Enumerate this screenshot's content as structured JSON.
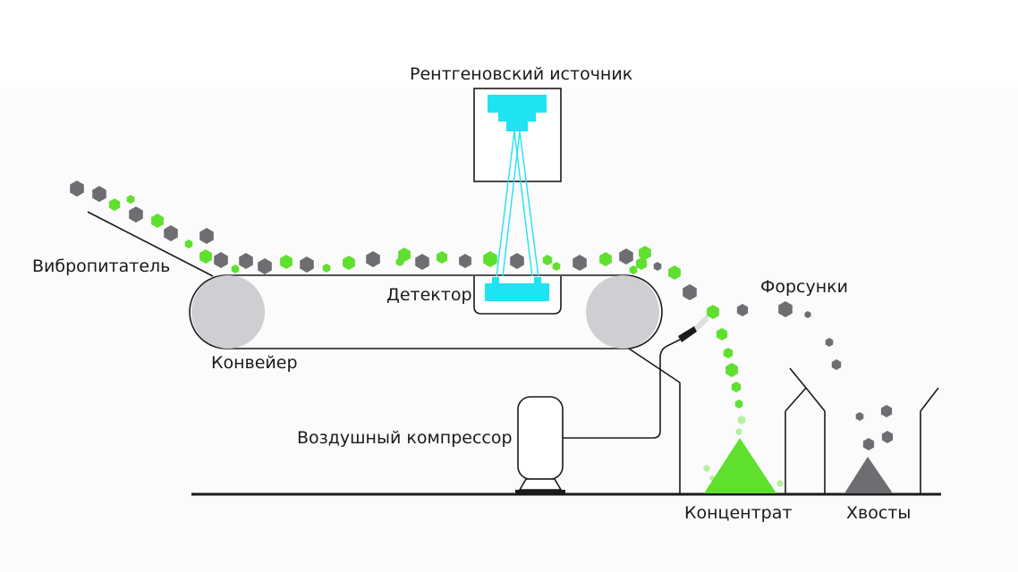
{
  "labels": {
    "xray_source": "Рентгеновский источник",
    "feeder": "Вибропитатель",
    "detector": "Детектор",
    "nozzles": "Форсунки",
    "conveyor": "Конвейер",
    "compressor": "Воздушный компрессор",
    "concentrate": "Концентрат",
    "tailings": "Хвосты"
  },
  "colors": {
    "ore_green": "#5fe02f",
    "waste_gray": "#6e6e72",
    "xray_cyan": "#1fe3f2",
    "pulley_gray": "#cfcfd3",
    "line": "#1a1a1a"
  },
  "icons": {
    "xray_tube": "xray-tube-icon",
    "detector": "detector-icon",
    "pulley": "pulley-icon",
    "nozzle": "nozzle-icon",
    "compressor_tank": "compressor-tank-icon"
  }
}
